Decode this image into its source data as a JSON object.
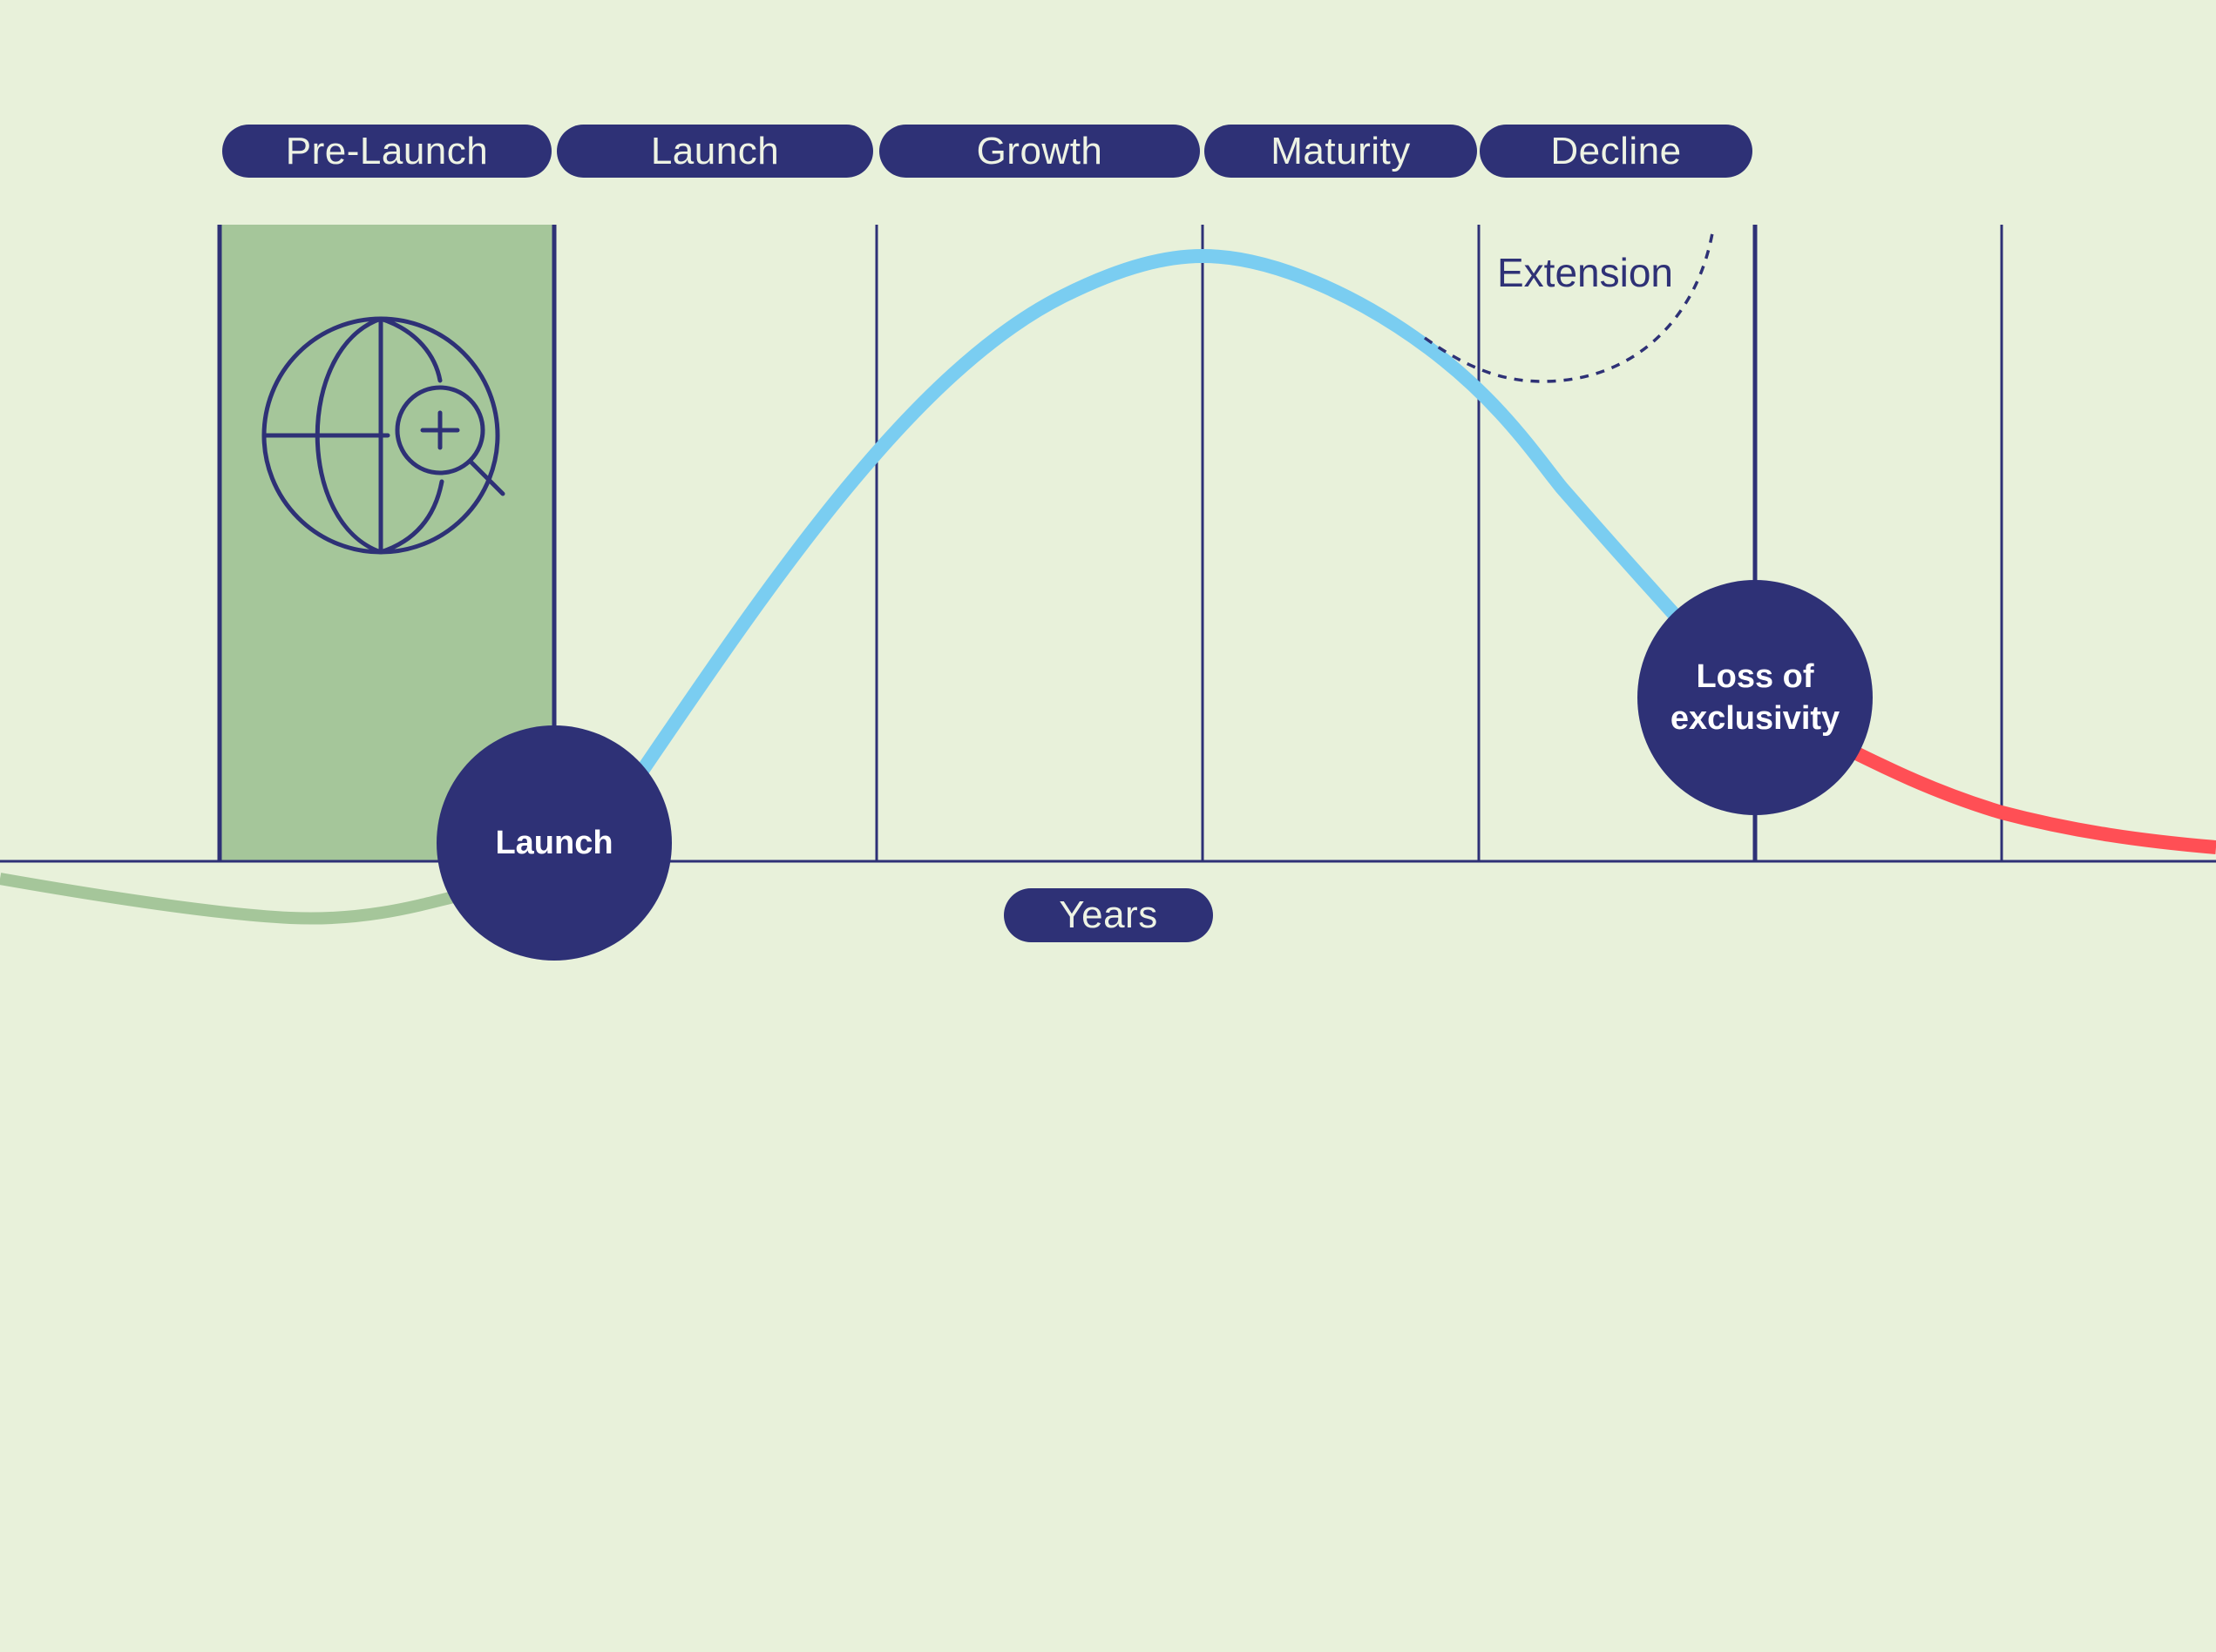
{
  "phases": [
    {
      "label": "Pre-Launch"
    },
    {
      "label": "Launch"
    },
    {
      "label": "Growth"
    },
    {
      "label": "Maturity"
    },
    {
      "label": "Decline"
    }
  ],
  "axis": {
    "x_label": "Years"
  },
  "annotations": {
    "extension": "Extension",
    "launch_marker": "Launch",
    "loss_marker": "Loss of exclusivity"
  },
  "icons": {
    "pre_launch": "globe-magnifier-icon"
  },
  "colors": {
    "background": "#e8f1da",
    "navy": "#2e3176",
    "pre_launch_band": "#a5c69a",
    "pre_launch_curve": "#a5c69a",
    "lifecycle_curve": "#7acdf1",
    "post_exclusivity_curve": "#ff4f55"
  }
}
